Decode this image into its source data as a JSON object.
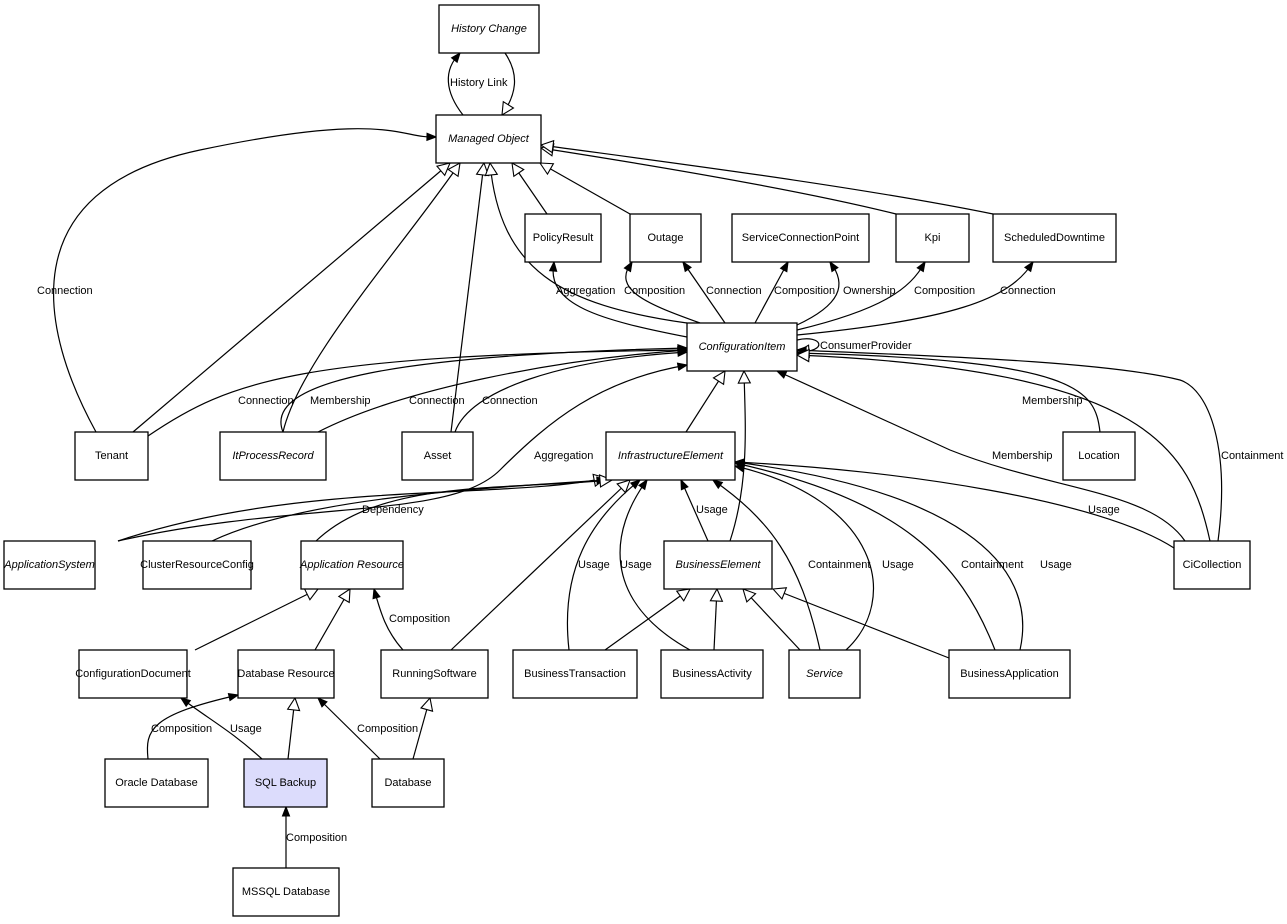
{
  "colors": {
    "highlight": "#dcdcfc",
    "stroke": "#000000",
    "background": "#ffffff"
  },
  "nodes": [
    {
      "id": "HistoryChange",
      "label": "History Change",
      "italic": true
    },
    {
      "id": "ManagedObject",
      "label": "Managed Object",
      "italic": true
    },
    {
      "id": "PolicyResult",
      "label": "PolicyResult"
    },
    {
      "id": "Outage",
      "label": "Outage"
    },
    {
      "id": "ServiceConnectionPoint",
      "label": "ServiceConnectionPoint"
    },
    {
      "id": "Kpi",
      "label": "Kpi"
    },
    {
      "id": "ScheduledDowntime",
      "label": "ScheduledDowntime"
    },
    {
      "id": "ConfigurationItem",
      "label": "ConfigurationItem",
      "italic": true
    },
    {
      "id": "Tenant",
      "label": "Tenant"
    },
    {
      "id": "ItProcessRecord",
      "label": "ItProcessRecord",
      "italic": true
    },
    {
      "id": "Asset",
      "label": "Asset"
    },
    {
      "id": "InfrastructureElement",
      "label": "InfrastructureElement",
      "italic": true
    },
    {
      "id": "Location",
      "label": "Location"
    },
    {
      "id": "ApplicationSystem",
      "label": "ApplicationSystem",
      "italic": true
    },
    {
      "id": "ClusterResourceConfig",
      "label": "ClusterResourceConfig"
    },
    {
      "id": "ApplicationResource",
      "label": "Application Resource",
      "italic": true
    },
    {
      "id": "BusinessElement",
      "label": "BusinessElement",
      "italic": true
    },
    {
      "id": "CiCollection",
      "label": "CiCollection"
    },
    {
      "id": "ConfigurationDocument",
      "label": "ConfigurationDocument"
    },
    {
      "id": "DatabaseResource",
      "label": "Database Resource"
    },
    {
      "id": "RunningSoftware",
      "label": "RunningSoftware"
    },
    {
      "id": "BusinessTransaction",
      "label": "BusinessTransaction"
    },
    {
      "id": "BusinessActivity",
      "label": "BusinessActivity"
    },
    {
      "id": "Service",
      "label": "Service",
      "italic": true
    },
    {
      "id": "BusinessApplication",
      "label": "BusinessApplication"
    },
    {
      "id": "OracleDatabase",
      "label": "Oracle Database"
    },
    {
      "id": "SQLBackup",
      "label": "SQL Backup",
      "highlighted": true
    },
    {
      "id": "Database",
      "label": "Database"
    },
    {
      "id": "MSSQLDatabase",
      "label": "MSSQL Database"
    }
  ],
  "edges": [
    {
      "from": "ManagedObject",
      "to": "HistoryChange",
      "kind": "association",
      "label": "History Link"
    },
    {
      "from": "HistoryChange",
      "to": "ManagedObject",
      "kind": "inheritance",
      "label": ""
    },
    {
      "from": "Tenant",
      "to": "ManagedObject",
      "kind": "association",
      "label": "Connection"
    },
    {
      "from": "Tenant",
      "to": "ManagedObject",
      "kind": "inheritance",
      "label": ""
    },
    {
      "from": "ItProcessRecord",
      "to": "ManagedObject",
      "kind": "inheritance",
      "label": ""
    },
    {
      "from": "Asset",
      "to": "ManagedObject",
      "kind": "inheritance",
      "label": ""
    },
    {
      "from": "ConfigurationItem",
      "to": "ManagedObject",
      "kind": "inheritance",
      "label": ""
    },
    {
      "from": "PolicyResult",
      "to": "ManagedObject",
      "kind": "inheritance",
      "label": ""
    },
    {
      "from": "Outage",
      "to": "ManagedObject",
      "kind": "inheritance",
      "label": ""
    },
    {
      "from": "Kpi",
      "to": "ManagedObject",
      "kind": "inheritance",
      "label": ""
    },
    {
      "from": "ScheduledDowntime",
      "to": "ManagedObject",
      "kind": "inheritance",
      "label": ""
    },
    {
      "from": "ConfigurationItem",
      "to": "PolicyResult",
      "kind": "association",
      "label": "Aggregation"
    },
    {
      "from": "ConfigurationItem",
      "to": "Outage",
      "kind": "association",
      "label": "Composition"
    },
    {
      "from": "ConfigurationItem",
      "to": "Outage",
      "kind": "association",
      "label": "Connection"
    },
    {
      "from": "ConfigurationItem",
      "to": "ServiceConnectionPoint",
      "kind": "association",
      "label": "Composition"
    },
    {
      "from": "ConfigurationItem",
      "to": "ServiceConnectionPoint",
      "kind": "association",
      "label": "Ownership"
    },
    {
      "from": "ConfigurationItem",
      "to": "Kpi",
      "kind": "association",
      "label": "Composition"
    },
    {
      "from": "ConfigurationItem",
      "to": "ScheduledDowntime",
      "kind": "association",
      "label": "Connection"
    },
    {
      "from": "ConfigurationItem",
      "to": "ConfigurationItem",
      "kind": "inheritance",
      "label": "ConsumerProvider"
    },
    {
      "from": "Tenant",
      "to": "ConfigurationItem",
      "kind": "association",
      "label": "Connection"
    },
    {
      "from": "ItProcessRecord",
      "to": "ConfigurationItem",
      "kind": "association",
      "label": "Membership"
    },
    {
      "from": "ItProcessRecord",
      "to": "ConfigurationItem",
      "kind": "association",
      "label": "Connection"
    },
    {
      "from": "Asset",
      "to": "ConfigurationItem",
      "kind": "association",
      "label": "Connection"
    },
    {
      "from": "ApplicationSystem",
      "to": "ConfigurationItem",
      "kind": "association",
      "label": "Aggregation"
    },
    {
      "from": "InfrastructureElement",
      "to": "ConfigurationItem",
      "kind": "inheritance",
      "label": ""
    },
    {
      "from": "BusinessElement",
      "to": "ConfigurationItem",
      "kind": "inheritance",
      "label": ""
    },
    {
      "from": "Location",
      "to": "ConfigurationItem",
      "kind": "association",
      "label": "Membership"
    },
    {
      "from": "CiCollection",
      "to": "ConfigurationItem",
      "kind": "association",
      "label": "Membership"
    },
    {
      "from": "CiCollection",
      "to": "ConfigurationItem",
      "kind": "association",
      "label": "Containment"
    },
    {
      "from": "CiCollection",
      "to": "ConfigurationItem",
      "kind": "inheritance",
      "label": ""
    },
    {
      "from": "ApplicationSystem",
      "to": "InfrastructureElement",
      "kind": "inheritance",
      "label": ""
    },
    {
      "from": "ClusterResourceConfig",
      "to": "InfrastructureElement",
      "kind": "association",
      "label": "Dependency"
    },
    {
      "from": "ApplicationResource",
      "to": "InfrastructureElement",
      "kind": "inheritance",
      "label": ""
    },
    {
      "from": "RunningSoftware",
      "to": "InfrastructureElement",
      "kind": "inheritance",
      "label": ""
    },
    {
      "from": "BusinessTransaction",
      "to": "InfrastructureElement",
      "kind": "association",
      "label": "Usage"
    },
    {
      "from": "BusinessActivity",
      "to": "InfrastructureElement",
      "kind": "association",
      "label": "Usage"
    },
    {
      "from": "BusinessElement",
      "to": "InfrastructureElement",
      "kind": "association",
      "label": "Usage"
    },
    {
      "from": "Service",
      "to": "InfrastructureElement",
      "kind": "association",
      "label": "Containment"
    },
    {
      "from": "Service",
      "to": "InfrastructureElement",
      "kind": "association",
      "label": "Usage"
    },
    {
      "from": "BusinessApplication",
      "to": "InfrastructureElement",
      "kind": "association",
      "label": "Containment"
    },
    {
      "from": "BusinessApplication",
      "to": "InfrastructureElement",
      "kind": "association",
      "label": "Usage"
    },
    {
      "from": "CiCollection",
      "to": "InfrastructureElement",
      "kind": "association",
      "label": "Usage"
    },
    {
      "from": "BusinessTransaction",
      "to": "BusinessElement",
      "kind": "inheritance",
      "label": ""
    },
    {
      "from": "BusinessActivity",
      "to": "BusinessElement",
      "kind": "inheritance",
      "label": ""
    },
    {
      "from": "Service",
      "to": "BusinessElement",
      "kind": "inheritance",
      "label": ""
    },
    {
      "from": "BusinessApplication",
      "to": "BusinessElement",
      "kind": "inheritance",
      "label": ""
    },
    {
      "from": "ConfigurationDocument",
      "to": "ApplicationResource",
      "kind": "inheritance",
      "label": ""
    },
    {
      "from": "DatabaseResource",
      "to": "ApplicationResource",
      "kind": "inheritance",
      "label": ""
    },
    {
      "from": "RunningSoftware",
      "to": "ApplicationResource",
      "kind": "association",
      "label": "Composition"
    },
    {
      "from": "OracleDatabase",
      "to": "DatabaseResource",
      "kind": "association",
      "label": "Composition"
    },
    {
      "from": "SQLBackup",
      "to": "ConfigurationDocument",
      "kind": "association",
      "label": "Usage"
    },
    {
      "from": "SQLBackup",
      "to": "DatabaseResource",
      "kind": "inheritance",
      "label": ""
    },
    {
      "from": "Database",
      "to": "DatabaseResource",
      "kind": "association",
      "label": "Composition"
    },
    {
      "from": "Database",
      "to": "RunningSoftware",
      "kind": "inheritance",
      "label": ""
    },
    {
      "from": "MSSQLDatabase",
      "to": "SQLBackup",
      "kind": "association",
      "label": "Composition"
    }
  ]
}
